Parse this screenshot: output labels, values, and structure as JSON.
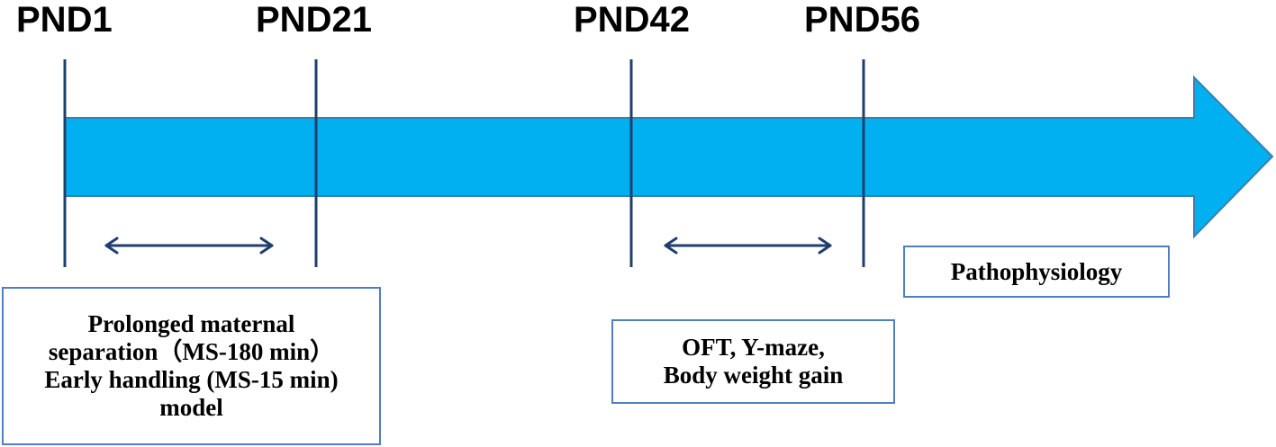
{
  "timepoints": [
    "PND1",
    "PND21",
    "PND42",
    "PND56"
  ],
  "boxes": {
    "model": [
      "Prolonged maternal",
      "separation（MS-180 min）",
      "Early handling (MS-15 min)",
      "model"
    ],
    "behavior": [
      "OFT, Y-maze,",
      "Body weight gain"
    ],
    "pathophysiology": [
      "Pathophysiology"
    ]
  },
  "colors": {
    "arrow_fill": "#00b0f0",
    "arrow_stroke": "#3a7fae",
    "marker_line": "#1f3f6e",
    "box_border": "#4f7fc0"
  }
}
